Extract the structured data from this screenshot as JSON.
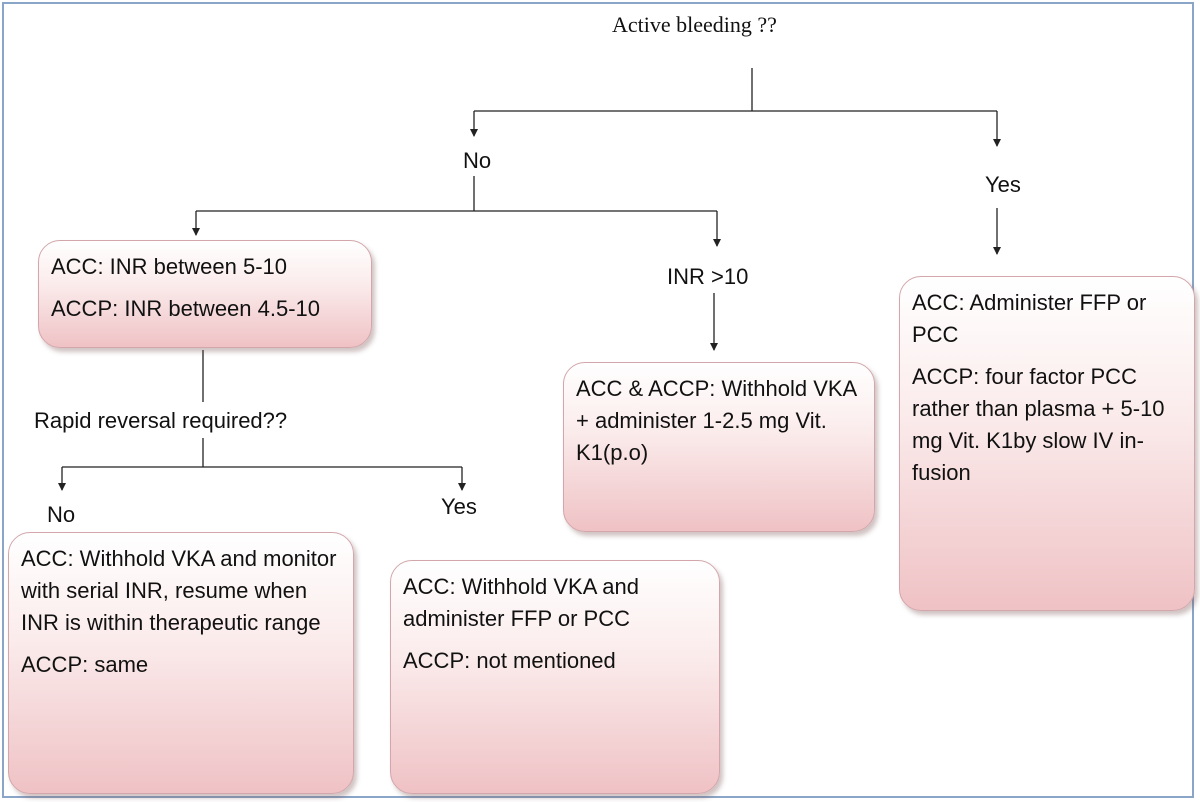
{
  "root": {
    "question": "Active bleeding ??"
  },
  "branch_no": {
    "label": "No",
    "inr_box": {
      "acc": "ACC: INR between 5-10",
      "accp": "ACCP: INR between 4.5-10"
    },
    "rapid_question": "Rapid reversal required??",
    "rapid_no": {
      "label": "No",
      "acc": "ACC: Withhold VKA and monitor with serial INR, resume when INR is within therapeutic range",
      "accp": "ACCP: same"
    },
    "rapid_yes": {
      "label": "Yes",
      "acc": "ACC: Withhold VKA and administer FFP or PCC",
      "accp": "ACCP: not mentioned"
    },
    "inr_high": {
      "label": "INR  >10",
      "text": "ACC & ACCP: Withhold VKA + administer 1-2.5 mg Vit. K1(p.o)"
    }
  },
  "branch_yes": {
    "label": "Yes",
    "acc": "ACC: Administer FFP or PCC",
    "accp": "ACCP: four factor PCC rather than plasma + 5-10 mg Vit. K1by slow IV in-fusion"
  },
  "colors": {
    "frame_border": "#8aa5c8",
    "node_border": "#d2a6aa",
    "node_fill_top": "#ffffff",
    "node_fill_bottom": "#efc2c5",
    "connector": "#222222"
  }
}
